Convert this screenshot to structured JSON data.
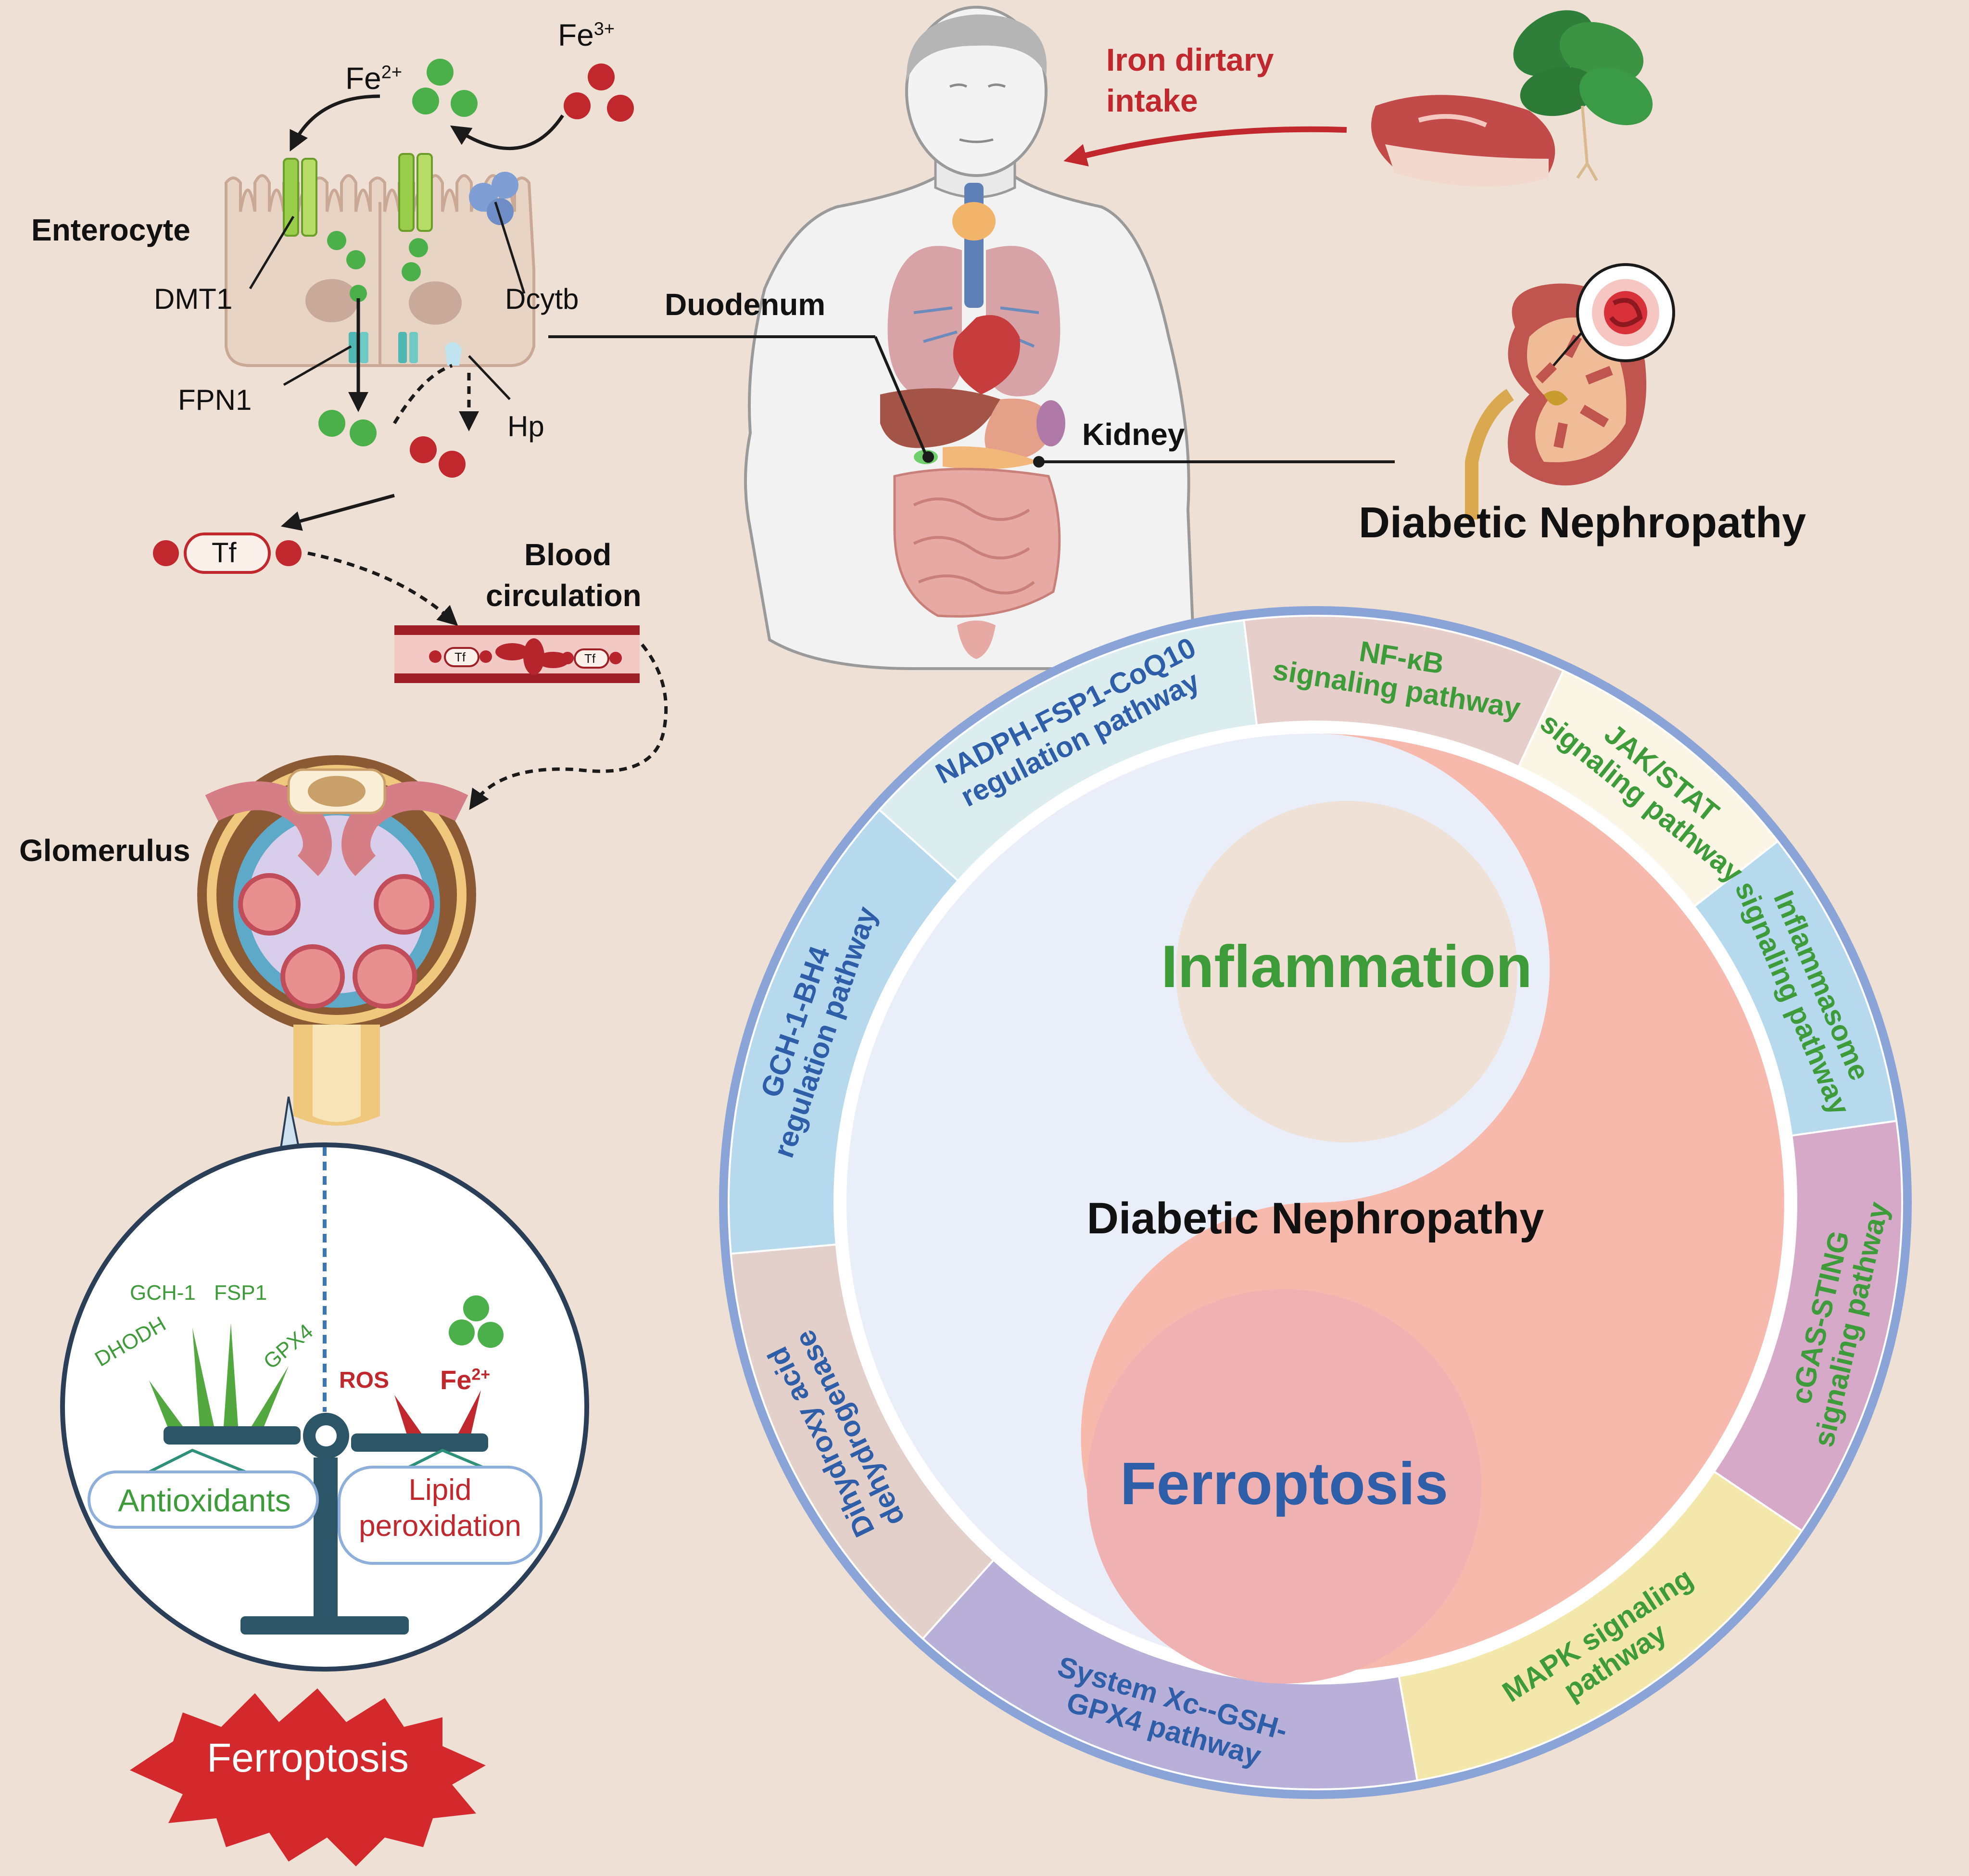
{
  "enterocyte": {
    "title": "Enterocyte",
    "fe2": "Fe",
    "fe2_sup": "2+",
    "fe3": "Fe",
    "fe3_sup": "3+",
    "dmt1": "DMT1",
    "dcytb": "Dcytb",
    "fpn1": "FPN1",
    "hp": "Hp",
    "tf": "Tf"
  },
  "circulation": {
    "blood_line1": "Blood",
    "blood_line2": "circulation",
    "tf_small": "Tf",
    "glomerulus": "Glomerulus"
  },
  "body": {
    "iron_line1": "Iron dirtary",
    "iron_line2": "intake",
    "duodenum": "Duodenum",
    "kidney": "Kidney",
    "diabetic_nephropathy": "Diabetic Nephropathy"
  },
  "balance": {
    "gch1": "GCH-1",
    "fsp1": "FSP1",
    "dhodh": "DHODH",
    "gpx4": "GPX4",
    "ros": "ROS",
    "fe": "Fe",
    "fe_sup": "2+",
    "antioxidants": "Antioxidants",
    "lipid_line1": "Lipid",
    "lipid_line2": "peroxidation",
    "ferroptosis": "Ferroptosis"
  },
  "ring": {
    "center": "Diabetic Nephropathy",
    "inflammation": "Inflammation",
    "ferroptosis": "Ferroptosis",
    "segments": [
      {
        "line1": "NADPH-FSP1-CoQ10",
        "line2": "regulation pathway",
        "color": "#2f5ea8",
        "fill": "#dcedef"
      },
      {
        "line1": "NF-κB",
        "line2": "signaling pathway",
        "color": "#3e9b3a",
        "fill": "#e6cfca"
      },
      {
        "line1": "JAK/STAT",
        "line2": "signaling pathway",
        "color": "#3e9b3a",
        "fill": "#fbf5e6"
      },
      {
        "line1": "Inflammasome",
        "line2": "signaling pathway",
        "color": "#3e9b3a",
        "fill": "#b7d9ee"
      },
      {
        "line1": "cGAS-STING",
        "line2": "signaling pathway",
        "color": "#3e9b3a",
        "fill": "#d7a9c9"
      },
      {
        "line1": "MAPK signaling",
        "line2": "pathway",
        "color": "#3e9b3a",
        "fill": "#f4e7ac"
      },
      {
        "line1": "System Xc--GSH-",
        "line2": "GPX4 pathway",
        "color": "#2f5ea8",
        "fill": "#b8b0d8"
      },
      {
        "line1": "Dihydroxy acid",
        "line2": "dehydrogenase",
        "color": "#2f5ea8",
        "fill": "#e4d0cb"
      },
      {
        "line1": "GCH-1-BH4",
        "line2": "regulation pathway",
        "color": "#2f5ea8",
        "fill": "#b7d9ee"
      }
    ]
  }
}
